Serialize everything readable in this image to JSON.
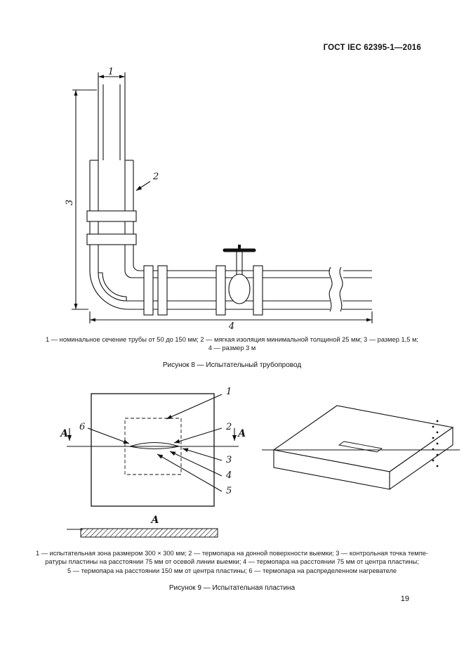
{
  "page": {
    "header": "ГОСТ IEC 62395-1—2016",
    "page_number": "19"
  },
  "figure8": {
    "labels": {
      "n1": "1",
      "n2": "2",
      "n3": "3",
      "n4": "4"
    },
    "caption": {
      "line1": "1 — номинальное сечение трубы от 50 до 150 мм; 2 — мягкая изоляция минимальной толщиной 25 мм; 3 — размер 1,5 м;",
      "line2": "4 — размер 3 м"
    },
    "title": "Рисунок 8 — Испытательный трубопровод"
  },
  "figure9": {
    "labels": {
      "n1": "1",
      "n2": "2",
      "n3": "3",
      "n4": "4",
      "n5": "5",
      "n6": "6",
      "section_left": "А",
      "section_right": "А",
      "section_view": "А"
    },
    "caption": {
      "line1": "1 — испытательная зона размером 300 × 300 мм; 2 — термопара на донной поверхности выемки; 3 — контрольная точка темпе-",
      "line2": "ратуры пластины на расстоянии 75 мм от осевой линии выемки; 4 — термопара на расстоянии 75 мм от центра пластины;",
      "line3": "5 — термопара на расстоянии 150 мм от центра пластины; 6 — термопара на распределенном нагревателе"
    },
    "title": "Рисунок 9 — Испытательная пластина"
  }
}
